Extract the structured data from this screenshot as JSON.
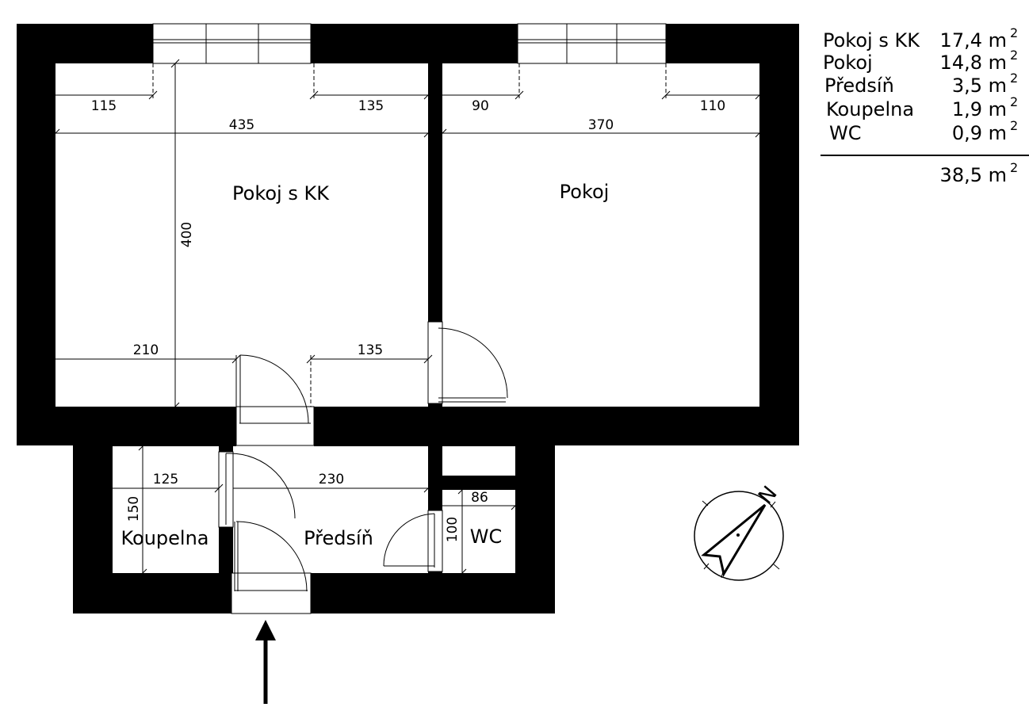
{
  "rooms": {
    "pokoj_kk": "Pokoj s KK",
    "pokoj": "Pokoj",
    "predsin": "Předsíň",
    "koupelna": "Koupelna",
    "wc": "WC"
  },
  "dimensions": {
    "d115": "115",
    "d135_top": "135",
    "d435": "435",
    "d90": "90",
    "d110": "110",
    "d370": "370",
    "d400": "400",
    "d210": "210",
    "d135_bottom": "135",
    "d125": "125",
    "d230": "230",
    "d150": "150",
    "d86": "86",
    "d100": "100"
  },
  "area_table": {
    "rows": [
      {
        "name": "Pokoj s KK",
        "value": "17,4 m",
        "sup": "2"
      },
      {
        "name": "Pokoj",
        "value": "14,8 m",
        "sup": "2"
      },
      {
        "name": "Předsíň",
        "value": "3,5 m",
        "sup": "2"
      },
      {
        "name": "Koupelna",
        "value": "1,9 m",
        "sup": "2"
      },
      {
        "name": "WC",
        "value": "0,9 m",
        "sup": "2"
      }
    ],
    "total": {
      "value": "38,5 m",
      "sup": "2"
    }
  },
  "compass": {
    "north_label": "N"
  },
  "colors": {
    "wall": "#000000",
    "floor": "#ffffff"
  }
}
